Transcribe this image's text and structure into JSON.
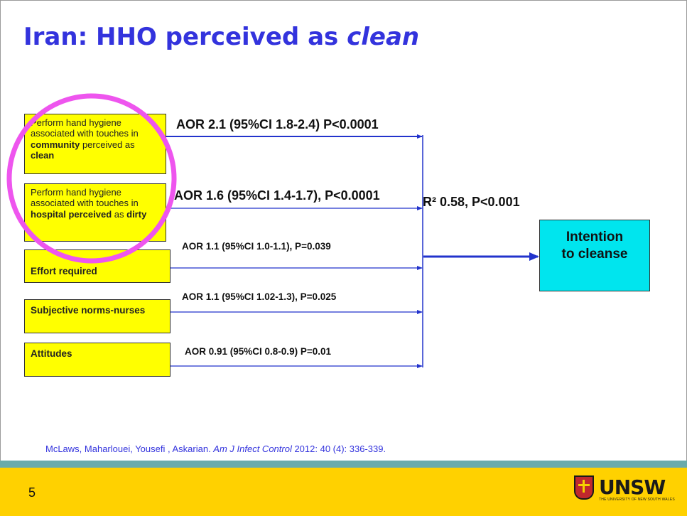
{
  "slide": {
    "title_prefix": "Iran: HHO perceived as ",
    "title_emphasis": "clean",
    "page_number": "5"
  },
  "predictors": [
    {
      "parts": [
        {
          "text": "Perform hand hygiene associated with touches in "
        },
        {
          "text": "community",
          "bold": true
        },
        {
          "text": " perceived as "
        },
        {
          "text": "clean",
          "bold": true
        }
      ]
    },
    {
      "parts": [
        {
          "text": "Perform hand hygiene associated with touches in "
        },
        {
          "text": "hospital perceived",
          "bold": true
        },
        {
          "text": " as "
        },
        {
          "text": "dirty",
          "bold": true
        }
      ]
    },
    {
      "label": "Effort required"
    },
    {
      "label": "Subjective norms-nurses"
    },
    {
      "label": "Attitudes"
    }
  ],
  "associations": [
    "AOR 2.1 (95%CI 1.8-2.4) P<0.0001",
    "AOR 1.6 (95%CI 1.4-1.7), P<0.0001",
    "AOR 1.1 (95%CI 1.0-1.1), P=0.039",
    "AOR 1.1 (95%CI 1.02-1.3), P=0.025",
    "AOR 0.91 (95%CI 0.8-0.9) P=0.01"
  ],
  "model_fit": "R² 0.58, P<0.001",
  "outcome": {
    "line1": "Intention",
    "line2": "to cleanse"
  },
  "citation": {
    "authors": "McLaws, Maharlouei, Yousefi , Askarian. ",
    "journal": "Am J Infect Control",
    "rest": " 2012: 40 (4): 336-339."
  },
  "logo": {
    "name": "UNSW",
    "subtitle": "THE UNIVERSITY OF NEW SOUTH WALES",
    "icon": "unsw-crest-icon"
  },
  "colors": {
    "title": "#3333dd",
    "box": "#ffff00",
    "outcome": "#00e5ee",
    "arrow": "#2233cc",
    "highlight": "#ee55ee",
    "footer": "#ffd100",
    "footer_band": "#6aabaa"
  }
}
